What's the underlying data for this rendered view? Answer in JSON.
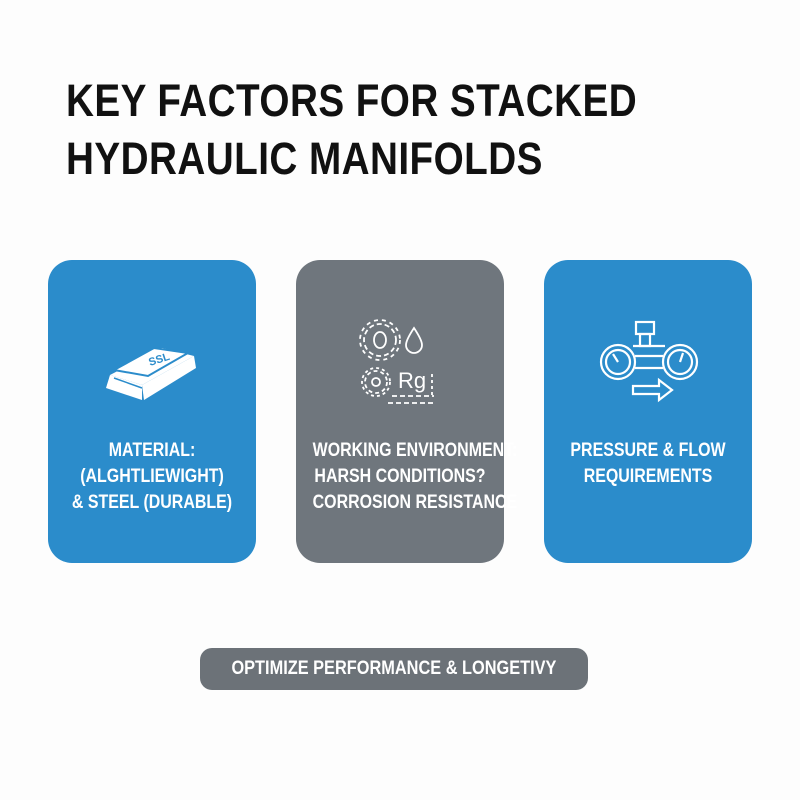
{
  "title": {
    "line1": "KEY FACTORS FOR STACKED",
    "line2": "HYDRAULIC MANIFOLDS"
  },
  "colors": {
    "blue": "#2b8ccb",
    "gray": "#6f767d",
    "pill": "#6c7278"
  },
  "cards": [
    {
      "icon": "metal-ingot-icon",
      "icon_text": "SSL",
      "lines": [
        "MATERIAL:",
        "(ALGHTLIEWIGHT)",
        "& STEEL (DURABLE)"
      ]
    },
    {
      "icon": "gears-droplet-icon",
      "icon_text": "Rg",
      "lines": [
        "WORKING ENVIRONMENT:",
        "HARSH CONDITIONS?",
        "CORROSION RESISTANCE"
      ]
    },
    {
      "icon": "pressure-gauges-flow-icon",
      "lines": [
        "PRESSURE & FLOW",
        "REQUIREMENTS"
      ]
    }
  ],
  "footer": {
    "label": "OPTIMIZE PERFORMANCE & LONGETIVY"
  }
}
